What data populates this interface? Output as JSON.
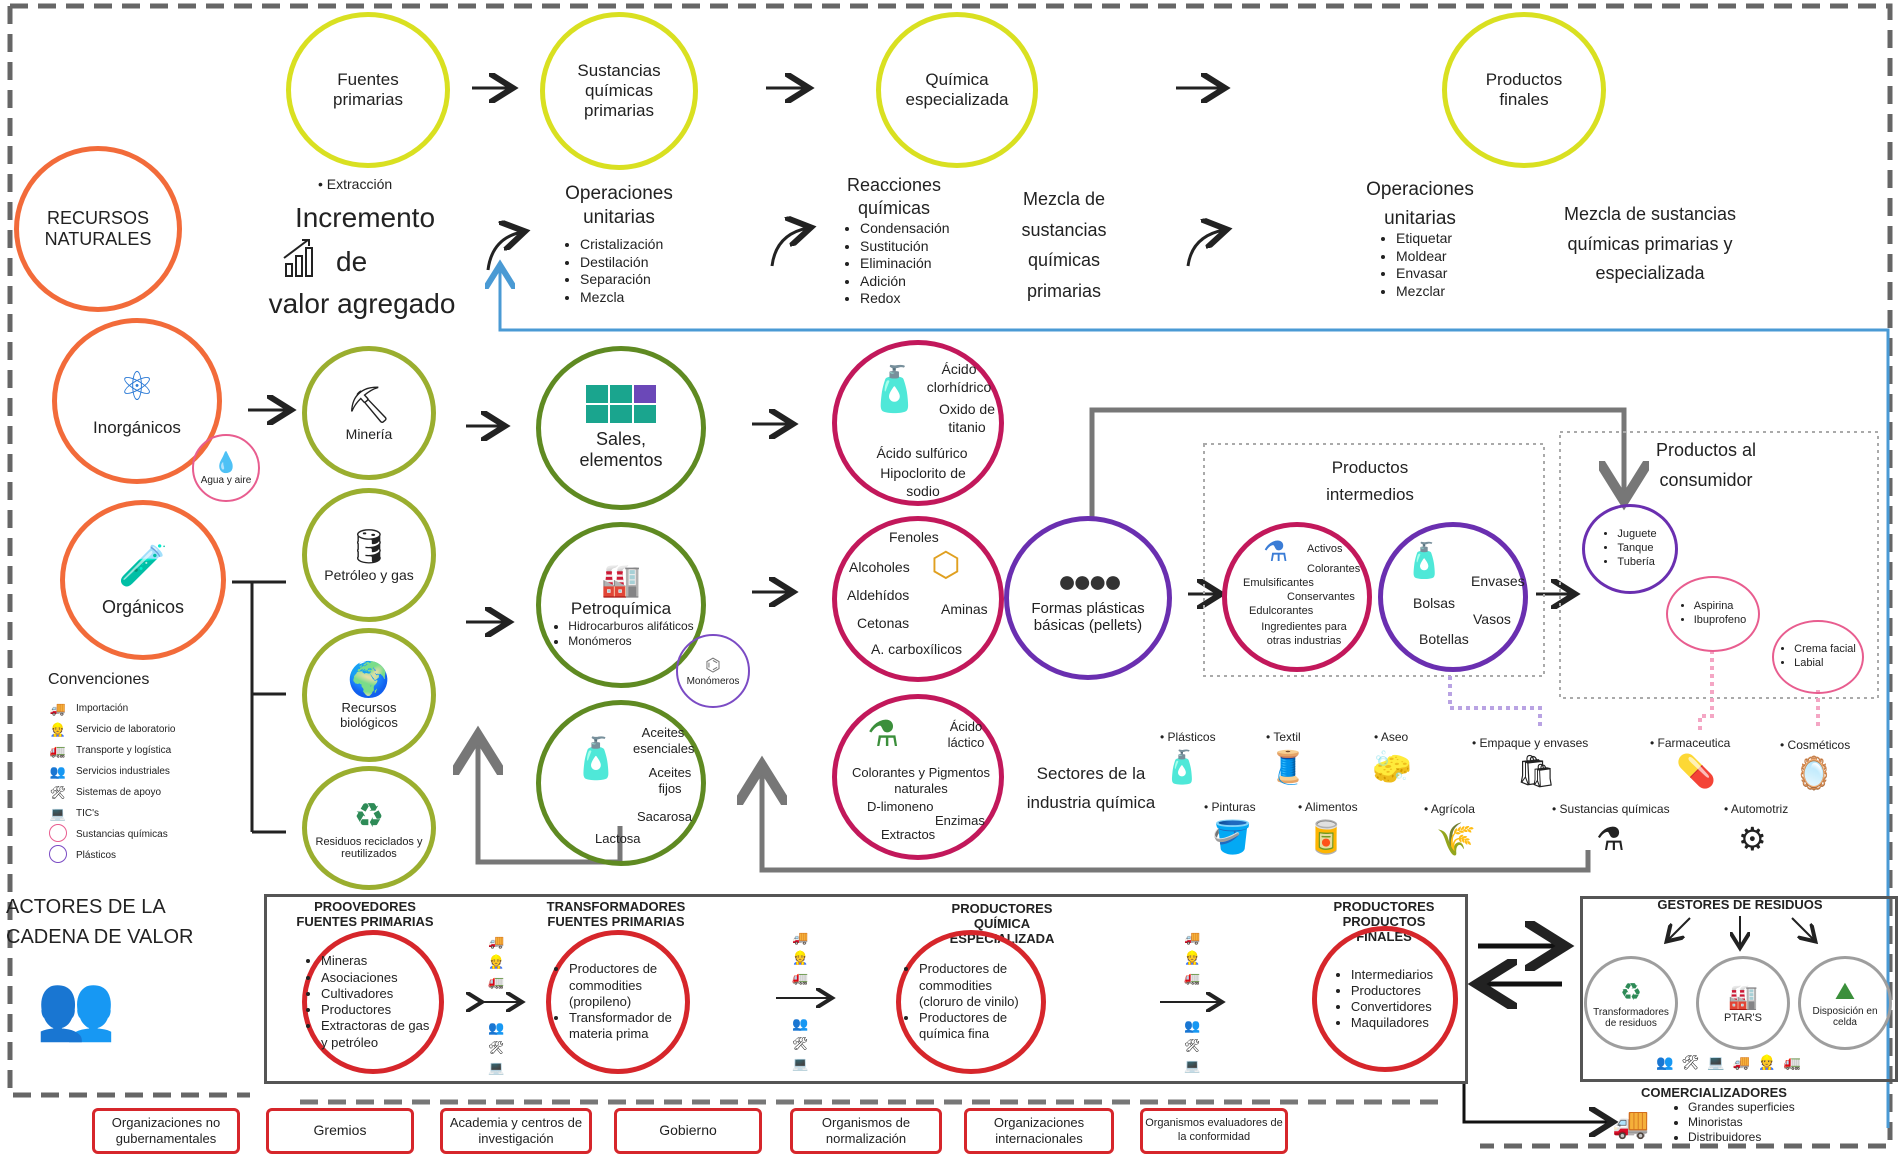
{
  "header": {
    "fuentes": "Fuentes primarias",
    "sustancias": "Sustancias químicas primarias",
    "especializada": "Química especializada",
    "finales": "Productos finales"
  },
  "recursos": "RECURSOS NATURALES",
  "valor": {
    "line1": "Incremento",
    "line2": "de",
    "line3": "valor agregado"
  },
  "extraccion": "Extracción",
  "operaciones1": {
    "title": "Operaciones unitarias",
    "items": [
      "Cristalización",
      "Destilación",
      "Separación",
      "Mezcla"
    ]
  },
  "reacciones": {
    "title": "Reacciones químicas",
    "items": [
      "Condensación",
      "Sustitución",
      "Eliminación",
      "Adición",
      "Redox"
    ]
  },
  "mezcla1": "Mezcla de sustancias químicas primarias",
  "operaciones2": {
    "title": "Operaciones unitarias",
    "items": [
      "Etiquetar",
      "Moldear",
      "Envasar",
      "Mezclar"
    ]
  },
  "mezcla2": "Mezcla de sustancias químicas primarias y especializada",
  "inorganicos": "Inorgánicos",
  "agua": "Agua y aire",
  "organicos": "Orgánicos",
  "mineria": "Minería",
  "petroleo": "Petróleo y gas",
  "biologicos": "Recursos biológicos",
  "residuos": "Residuos reciclados y reutilizados",
  "sales": "Sales, elementos",
  "petroquimica": {
    "title": "Petroquímica",
    "items": [
      "Hidrocarburos alifáticos",
      "Monómeros"
    ]
  },
  "monomeros": "Monómeros",
  "aceites": {
    "a1": "Aceites esenciales",
    "a2": "Aceites fijos",
    "a3": "Sacarosa",
    "a4": "Lactosa"
  },
  "acidos": {
    "a1": "Ácido clorhídrico",
    "a2": "Oxido de titanio",
    "a3": "Ácido sulfúrico",
    "a4": "Hipoclorito de sodio"
  },
  "fenoles": {
    "f1": "Fenoles",
    "f2": "Alcoholes",
    "f3": "Aldehídos",
    "f4": "Aminas",
    "f5": "Cetonas",
    "f6": "A. carboxílicos"
  },
  "lactico": {
    "l1": "Ácido láctico",
    "l2": "Colorantes y Pigmentos naturales",
    "l3": "D-limoneno",
    "l4": "Enzimas",
    "l5": "Extractos"
  },
  "pellets": "Formas plásticas básicas (pellets)",
  "intermedios": {
    "title": "Productos intermedios",
    "i1": "Activos",
    "i2": "Colorantes",
    "i3": "Emulsificantes",
    "i4": "Conservantes",
    "i5": "Edulcorantes",
    "i6": "Ingredientes para otras industrias"
  },
  "envases": {
    "e1": "Envases",
    "e2": "Bolsas",
    "e3": "Vasos",
    "e4": "Botellas"
  },
  "consumidor": {
    "title": "Productos al consumidor",
    "juguete": [
      "Juguete",
      "Tanque",
      "Tubería"
    ],
    "aspirina": [
      "Aspirina",
      "Ibuprofeno"
    ],
    "crema": [
      "Crema facial",
      "Labial"
    ]
  },
  "sectores": {
    "title": "Sectores de la industria química",
    "items": [
      "Plásticos",
      "Textil",
      "Aseo",
      "Empaque y envases",
      "Farmaceutica",
      "Cosméticos",
      "Pinturas",
      "Alimentos",
      "Agrícola",
      "Sustancias químicas",
      "Automotriz"
    ]
  },
  "convenciones": {
    "title": "Convenciones",
    "items": [
      {
        "icon": "truck-icon",
        "label": "Importación"
      },
      {
        "icon": "lab-worker-icon",
        "label": "Servicio de laboratorio"
      },
      {
        "icon": "delivery-truck-icon",
        "label": "Transporte y logística"
      },
      {
        "icon": "people-icon",
        "label": "Servicios industriales"
      },
      {
        "icon": "tools-icon",
        "label": "Sistemas de apoyo"
      },
      {
        "icon": "computer-icon",
        "label": "TIC's"
      },
      {
        "icon": "pink-circle-icon",
        "label": "Sustancias químicas"
      },
      {
        "icon": "purple-circle-icon",
        "label": "Plásticos"
      }
    ]
  },
  "actores": "ACTORES DE LA CADENA DE VALOR",
  "cadena": {
    "prov": {
      "head": "PROOVEDORES FUENTES PRIMARIAS",
      "items": [
        "Mineras",
        "Asociaciones",
        "Cultivadores",
        "Productores",
        "Extractoras de gas y petróleo"
      ]
    },
    "trans": {
      "head": "TRANSFORMADORES FUENTES PRIMARIAS",
      "items": [
        "Productores de commodities (propileno)",
        "Transformador de materia prima"
      ]
    },
    "prod": {
      "head": "PRODUCTORES QUÍMICA ESPECIALIZADA",
      "items": [
        "Productores de commodities (cloruro de vinilo)",
        "Productores de química fina"
      ]
    },
    "final": {
      "head": "PRODUCTORES PRODUCTOS FINALES",
      "items": [
        "Intermediarios",
        "Productores",
        "Convertidores",
        "Maquiladores"
      ]
    }
  },
  "gestores": {
    "head": "GESTORES DE RESIDUOS",
    "g1": "Transformadores de residuos",
    "g2": "PTAR'S",
    "g3": "Disposición en celda"
  },
  "comercial": {
    "head": "COMERCIALIZADORES",
    "items": [
      "Grandes superficies",
      "Minoristas",
      "Distribuidores"
    ]
  },
  "organizaciones": [
    "Organizaciones no gubernamentales",
    "Gremios",
    "Academia y centros de investigación",
    "Gobierno",
    "Organismos de normalización",
    "Organizaciones internacionales",
    "Organismos evaluadores de la conformidad"
  ]
}
